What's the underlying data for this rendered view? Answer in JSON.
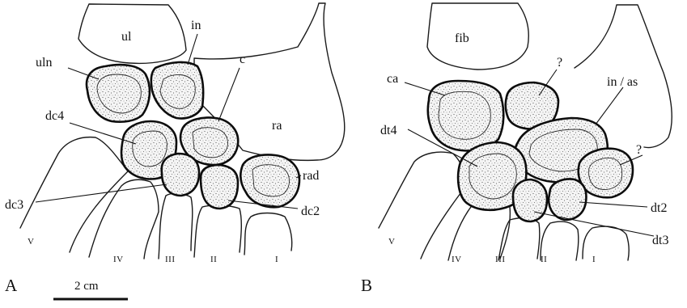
{
  "panel_a": {
    "letter": "A",
    "labels": {
      "ul": "ul",
      "in": "in",
      "uln": "uln",
      "c": "c",
      "ra": "ra",
      "dc4": "dc4",
      "rad": "rad",
      "dc3": "dc3",
      "dc2": "dc2"
    },
    "digits": [
      "V",
      "IV",
      "III",
      "II",
      "I"
    ]
  },
  "panel_b": {
    "letter": "B",
    "labels": {
      "fib": "fib",
      "q1": "?",
      "ca": "ca",
      "in_as": "in / as",
      "dt4": "dt4",
      "q2": "?",
      "dt2": "dt2",
      "dt3": "dt3"
    },
    "digits": [
      "V",
      "IV",
      "III",
      "II",
      "I"
    ]
  },
  "scale_bar": {
    "label": "2 cm"
  }
}
